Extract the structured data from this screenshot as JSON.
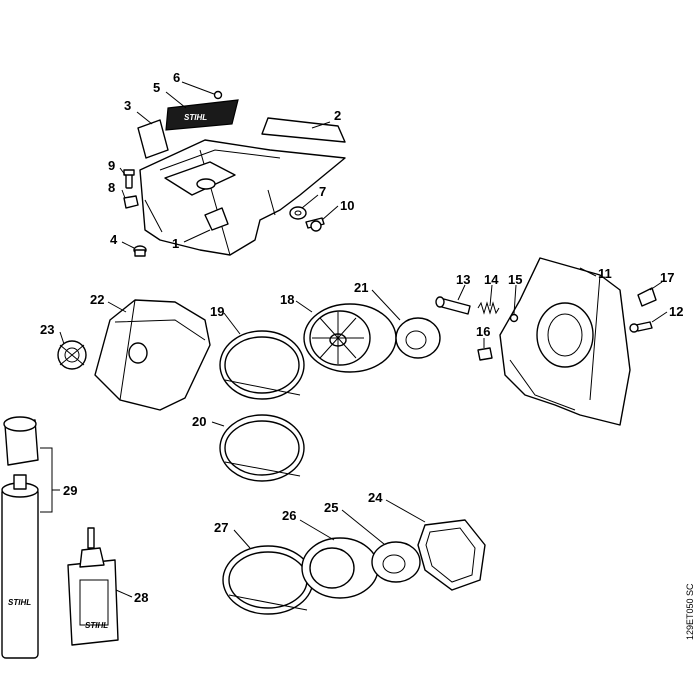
{
  "diagram": {
    "reference_code": "129ET050 SC",
    "brand_label": "STIHL",
    "callouts": [
      "1",
      "2",
      "3",
      "4",
      "5",
      "6",
      "7",
      "8",
      "9",
      "10",
      "11",
      "12",
      "13",
      "14",
      "15",
      "16",
      "17",
      "18",
      "19",
      "20",
      "21",
      "22",
      "23",
      "24",
      "25",
      "26",
      "27",
      "28",
      "29"
    ]
  }
}
